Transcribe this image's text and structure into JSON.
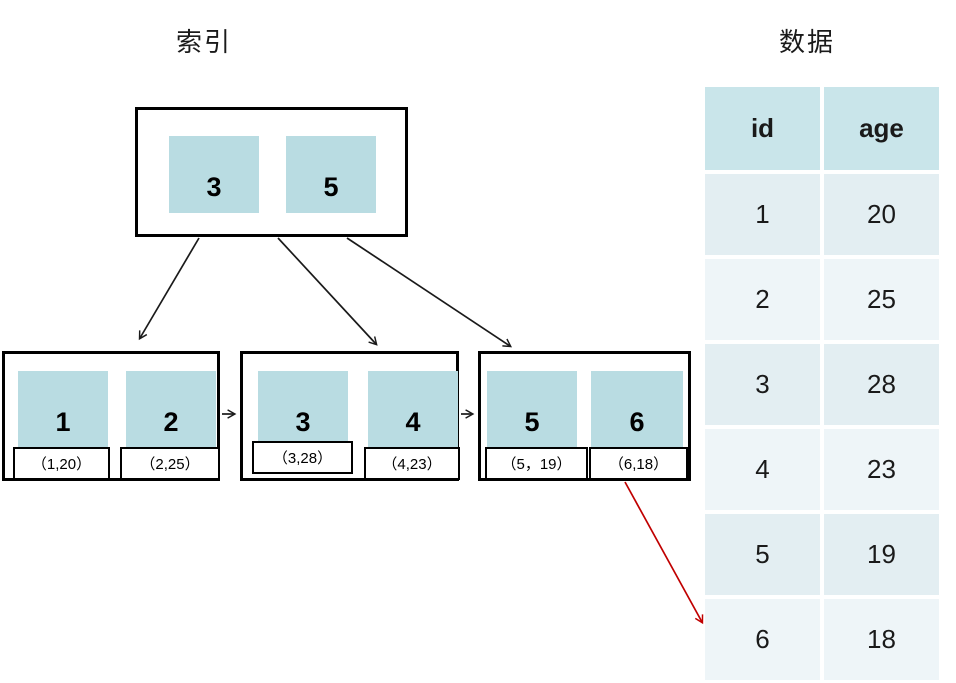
{
  "colors": {
    "cell_fill": "#b9dce2",
    "table_header_fill": "#c9e5ea",
    "table_row_odd_fill": "#e3eef2",
    "table_row_even_fill": "#eef5f8",
    "box_border": "#000000",
    "arrow_black": "#1a1a1a",
    "arrow_red": "#c00000",
    "text_color": "#1a1a1a"
  },
  "index": {
    "title": "索引",
    "root": {
      "keys": [
        "3",
        "5"
      ]
    },
    "leaves": [
      {
        "cells": [
          {
            "key": "1",
            "record": "（1,20）"
          },
          {
            "key": "2",
            "record": "（2,25）"
          }
        ]
      },
      {
        "cells": [
          {
            "key": "3",
            "record": "（3,28）"
          },
          {
            "key": "4",
            "record": "（4,23）"
          }
        ]
      },
      {
        "cells": [
          {
            "key": "5",
            "record": "（5，19）"
          },
          {
            "key": "6",
            "record": "（6,18）"
          }
        ]
      }
    ]
  },
  "data_table": {
    "title": "数据",
    "columns": [
      "id",
      "age"
    ],
    "rows": [
      [
        "1",
        "20"
      ],
      [
        "2",
        "25"
      ],
      [
        "3",
        "28"
      ],
      [
        "4",
        "23"
      ],
      [
        "5",
        "19"
      ],
      [
        "6",
        "18"
      ]
    ]
  }
}
